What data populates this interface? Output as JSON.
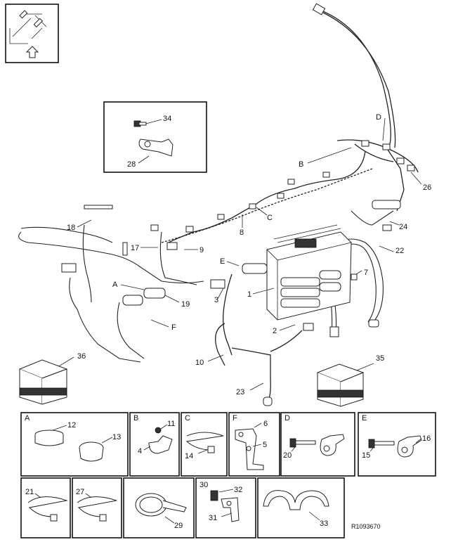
{
  "main_labels": {
    "n1": "1",
    "n2": "2",
    "n3": "3",
    "n7": "7",
    "n8": "8",
    "n9": "9",
    "n10": "10",
    "n17": "17",
    "n18": "18",
    "n19": "19",
    "n22": "22",
    "n23": "23",
    "n24": "24",
    "n26": "26",
    "n35": "35",
    "n36": "36",
    "lA": "A",
    "lB": "B",
    "lC": "C",
    "lD": "D",
    "lE": "E",
    "lF": "F"
  },
  "inset_top": {
    "n34": "34",
    "n28": "28"
  },
  "detail_panels": [
    {
      "letter": "A",
      "parts": [
        "12",
        "13"
      ]
    },
    {
      "letter": "B",
      "parts": [
        "11",
        "4"
      ]
    },
    {
      "letter": "C",
      "parts": [
        "14"
      ]
    },
    {
      "letter": "F",
      "parts": [
        "6",
        "5"
      ]
    },
    {
      "letter": "D",
      "parts": [
        "20"
      ]
    },
    {
      "letter": "E",
      "parts": [
        "16",
        "15"
      ]
    }
  ],
  "bottom_panels": [
    {
      "parts": [
        "21"
      ]
    },
    {
      "parts": [
        "27"
      ]
    },
    {
      "parts": [
        "29"
      ]
    },
    {
      "parts": [
        "30",
        "32",
        "31"
      ]
    },
    {
      "parts": [
        "33"
      ]
    }
  ],
  "reference": "R1093670"
}
